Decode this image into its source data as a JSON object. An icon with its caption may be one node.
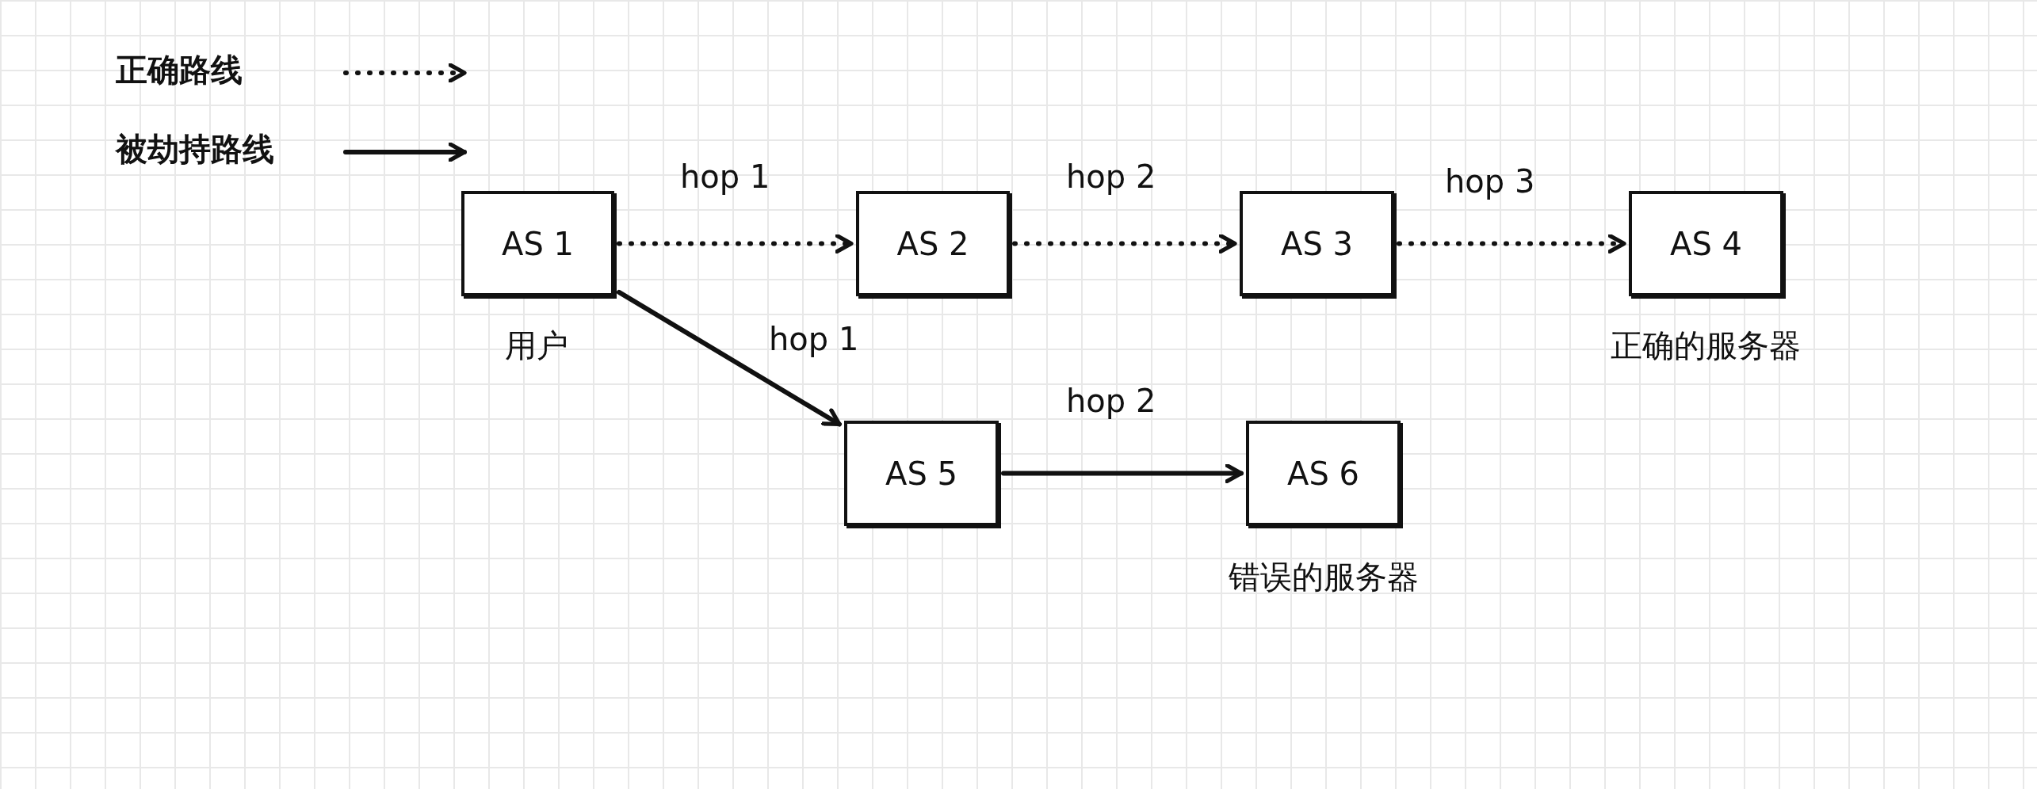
{
  "diagram": {
    "nodes": [
      {
        "text": [
          "AS 1"
        ],
        "beside": [
          "用户"
        ]
      },
      {
        "text": [
          "AS 2"
        ]
      },
      {
        "text": [
          "AS 3"
        ]
      },
      {
        "text": [
          "AS 4"
        ],
        "beside": [
          "正确的服务器"
        ]
      },
      {
        "text": [
          "AS 5"
        ]
      },
      {
        "text": [
          "AS 6"
        ],
        "beside": [
          "错误的服务器"
        ]
      }
    ],
    "edges": [
      {
        "from": 0,
        "to": 1,
        "arrow": "to",
        "label": "hop 1",
        "style": "dashed"
      },
      {
        "from": 1,
        "to": 2,
        "arrow": "to",
        "label": "hop 2",
        "style": "dashed"
      },
      {
        "from": 2,
        "to": 3,
        "arrow": "to",
        "label": "hop 3",
        "style": "dashed"
      },
      {
        "from": 0,
        "to": 4,
        "arrow": "to",
        "label": "hop 1"
      },
      {
        "from": 4,
        "to": 5,
        "arrow": "to",
        "label": "hop 2"
      }
    ],
    "legend": [
      {
        "text": "正确路线"
      },
      {
        "text": "被劫持路线"
      }
    ]
  }
}
